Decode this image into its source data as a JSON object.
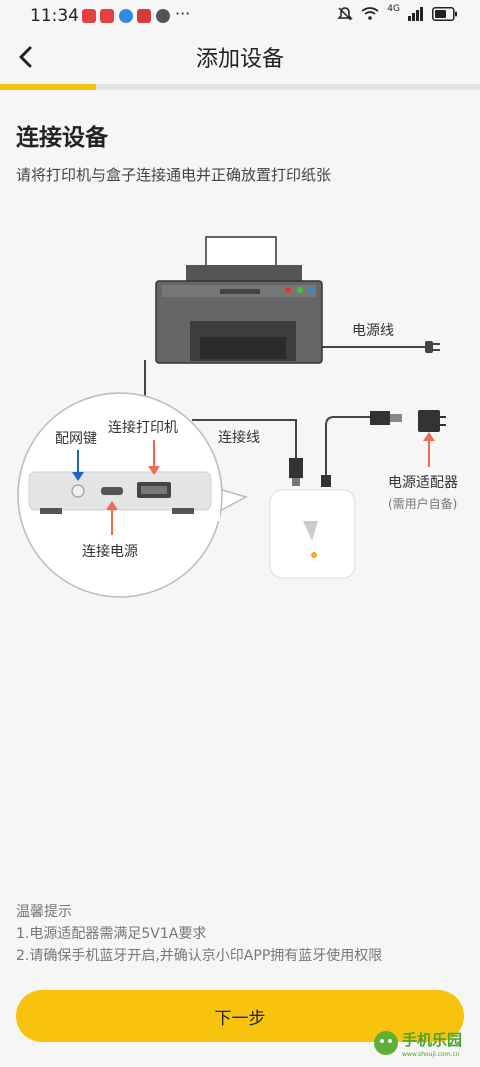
{
  "status": {
    "time": "11:34",
    "network": "4G"
  },
  "header": {
    "title": "添加设备",
    "progress_fraction": 0.2
  },
  "section": {
    "heading": "连接设备",
    "subtitle": "请将打印机与盒子连接通电并正确放置打印纸张"
  },
  "illustration": {
    "power_cord": "电源线",
    "pair_key": "配网键",
    "connect_printer": "连接打印机",
    "connect_cable": "连接线",
    "connect_power": "连接电源",
    "power_adapter": "电源适配器",
    "adapter_note": "(需用户自备)"
  },
  "tips": {
    "title": "温馨提示",
    "line1": "1.电源适配器需满足5V1A要求",
    "line2": "2.请确保手机蓝牙开启,并确认京小印APP拥有蓝牙使用权限"
  },
  "actions": {
    "next": "下一步"
  },
  "watermark": {
    "brand": "手机乐园",
    "url": "www.shouji.com.cn"
  },
  "colors": {
    "accent": "#f7c30e",
    "arrow_blue": "#1e63c6",
    "arrow_red": "#f26b50"
  }
}
